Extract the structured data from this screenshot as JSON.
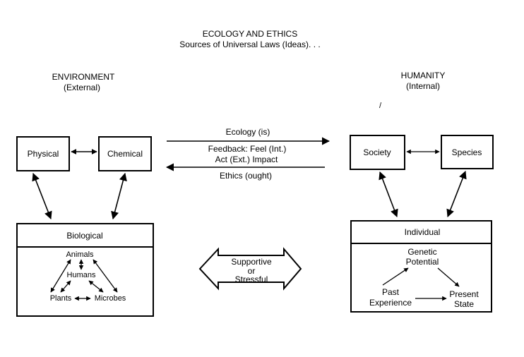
{
  "title": {
    "main": "ECOLOGY AND ETHICS",
    "subtitle": "Sources of Universal Laws (Ideas). . ."
  },
  "environment": {
    "heading": "ENVIRONMENT",
    "subheading": "(External)",
    "physical": "Physical",
    "chemical": "Chemical",
    "biological": {
      "title": "Biological",
      "animals": "Animals",
      "humans": "Humans",
      "plants": "Plants",
      "microbes": "Microbes"
    }
  },
  "humanity": {
    "heading": "HUMANITY",
    "subheading": "(Internal)",
    "society": "Society",
    "species": "Species",
    "individual": {
      "title": "Individual",
      "genetic_line1": "Genetic",
      "genetic_line2": "Potential",
      "past_line1": "Past",
      "past_line2": "Experience",
      "present_line1": "Present",
      "present_line2": "State"
    }
  },
  "center": {
    "ecology": "Ecology (is)",
    "feedback": "Feedback: Feel (Int.)",
    "act": "Act (Ext.) Impact",
    "ethics": "Ethics (ought)",
    "supportive": "Supportive",
    "or": "or",
    "stressful": "Stressful"
  },
  "stray_mark": "/"
}
